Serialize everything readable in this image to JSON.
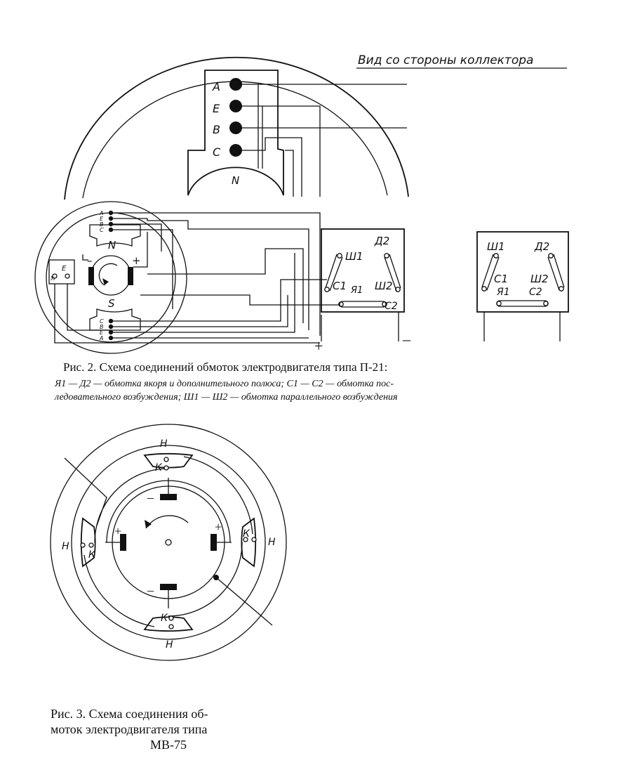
{
  "fig2": {
    "view_label": "Вид со стороны коллектора",
    "big_terminals": [
      "А",
      "Е",
      "В",
      "С"
    ],
    "big_pole": "N",
    "small_terminals_top": [
      "А",
      "Е",
      "В",
      "С"
    ],
    "small_terminals_bottom": [
      "С",
      "В",
      "Е",
      "А"
    ],
    "pole_n": "N",
    "pole_s": "S",
    "side_box": [
      "Е",
      "Я"
    ],
    "brush_plus": "+",
    "brush_minus": "–",
    "box1": {
      "sh1": "Ш1",
      "d2": "Д2",
      "c1": "С1",
      "ya1": "Я1",
      "sh2": "Ш2",
      "c2": "С2"
    },
    "box2": {
      "sh1": "Ш1",
      "d2": "Д2",
      "c1": "С1",
      "ya1": "Я1",
      "sh2": "Ш2",
      "c2": "С2"
    },
    "plus": "+",
    "minus": "–",
    "caption_line1": "Рис. 2. Схема соединений обмоток электродвигателя типа П-21:",
    "caption_line2": "Я1 — Д2 — обмотка якоря и дополнительного полюса; С1 — С2 — обмотка пос-",
    "caption_line3": "ледовательного возбуждения; Ш1 — Ш2 — обмотка параллельного возбуждения"
  },
  "fig3": {
    "pole_labels": {
      "top_h": "Н",
      "top_k": "К",
      "left_h": "Н",
      "left_k": "К",
      "right_h": "Н",
      "right_k": "К",
      "bottom_h": "Н",
      "bottom_k": "К"
    },
    "brush_signs": {
      "top": "–",
      "left": "+",
      "right": "+",
      "bottom": "–"
    },
    "caption_line1": "Рис. 3. Схема соединения об-",
    "caption_line2": "моток электродвигателя типа",
    "caption_line3": "МВ-75"
  }
}
